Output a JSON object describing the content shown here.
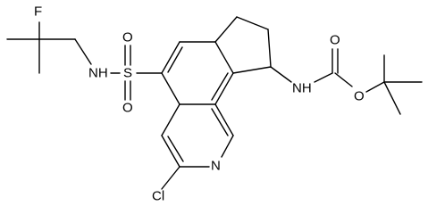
{
  "molecule": {
    "atom_labels": {
      "fluorine": "F",
      "amine_nh_left": "NH",
      "sulfur": "S",
      "sulfonyl_o_top": "O",
      "sulfonyl_o_bottom": "O",
      "pyridine_n": "N",
      "chlorine": "Cl",
      "carbamate_nh": "NH",
      "carbonyl_o": "O",
      "ester_o": "O"
    }
  }
}
